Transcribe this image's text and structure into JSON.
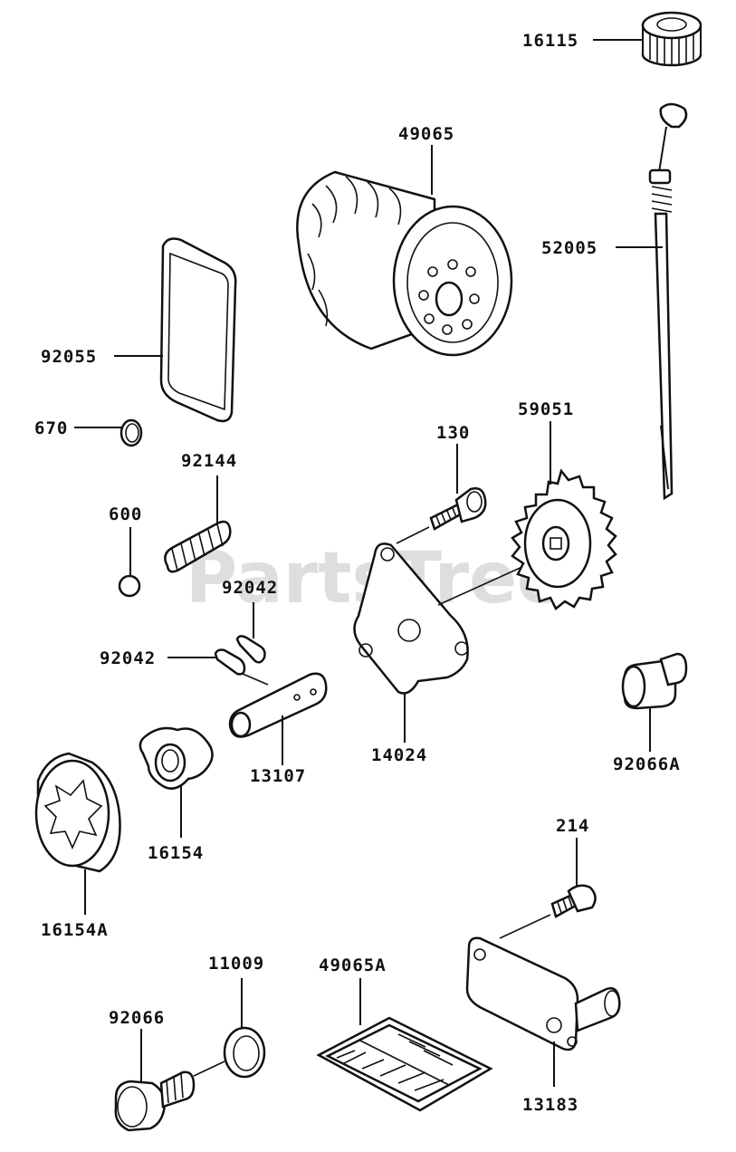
{
  "watermark": "PartsTree",
  "labels": {
    "p16115": "16115",
    "p49065": "49065",
    "p52005": "52005",
    "p92055": "92055",
    "p670": "670",
    "p92144": "92144",
    "p600": "600",
    "p130": "130",
    "p59051": "59051",
    "p92042a": "92042",
    "p92042b": "92042",
    "p13107": "13107",
    "p14024": "14024",
    "p92066A": "92066A",
    "p16154": "16154",
    "p16154A": "16154A",
    "p214": "214",
    "p11009": "11009",
    "p49065A": "49065A",
    "p92066": "92066",
    "p13183": "13183"
  }
}
